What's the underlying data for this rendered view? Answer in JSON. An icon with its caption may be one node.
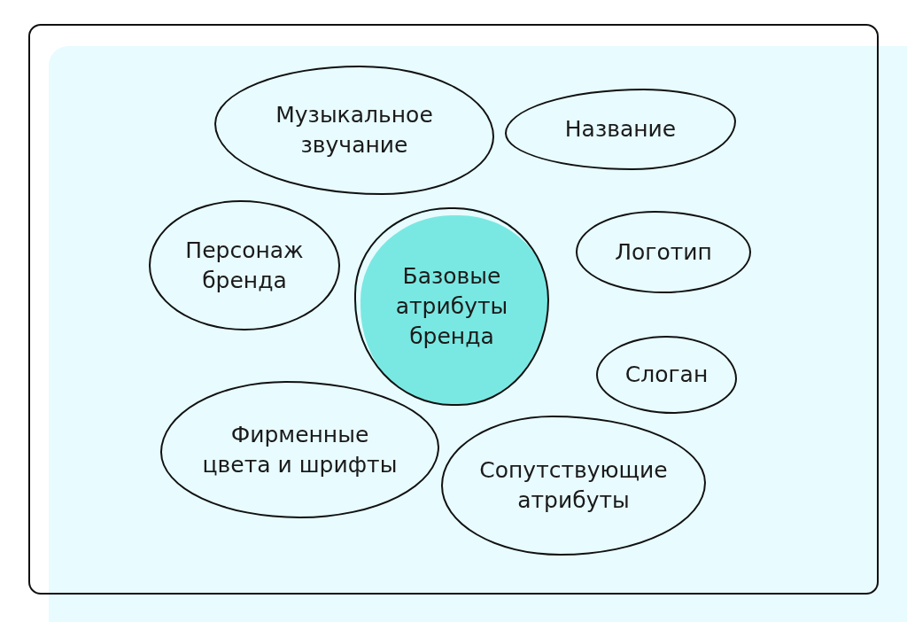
{
  "diagram": {
    "nodes": [
      {
        "text": [
          "Музыкальное звучание"
        ]
      },
      {
        "text": [
          "Название"
        ]
      },
      {
        "text": [
          "Персонаж бренда"
        ]
      },
      {
        "text": [
          "Базовые атрибуты бренда"
        ]
      },
      {
        "text": [
          "Логотип"
        ]
      },
      {
        "text": [
          "Слоган"
        ]
      },
      {
        "text": [
          "Фирменные цвета и шрифты"
        ]
      },
      {
        "text": [
          "Сопутствующие атрибуты"
        ]
      }
    ]
  }
}
